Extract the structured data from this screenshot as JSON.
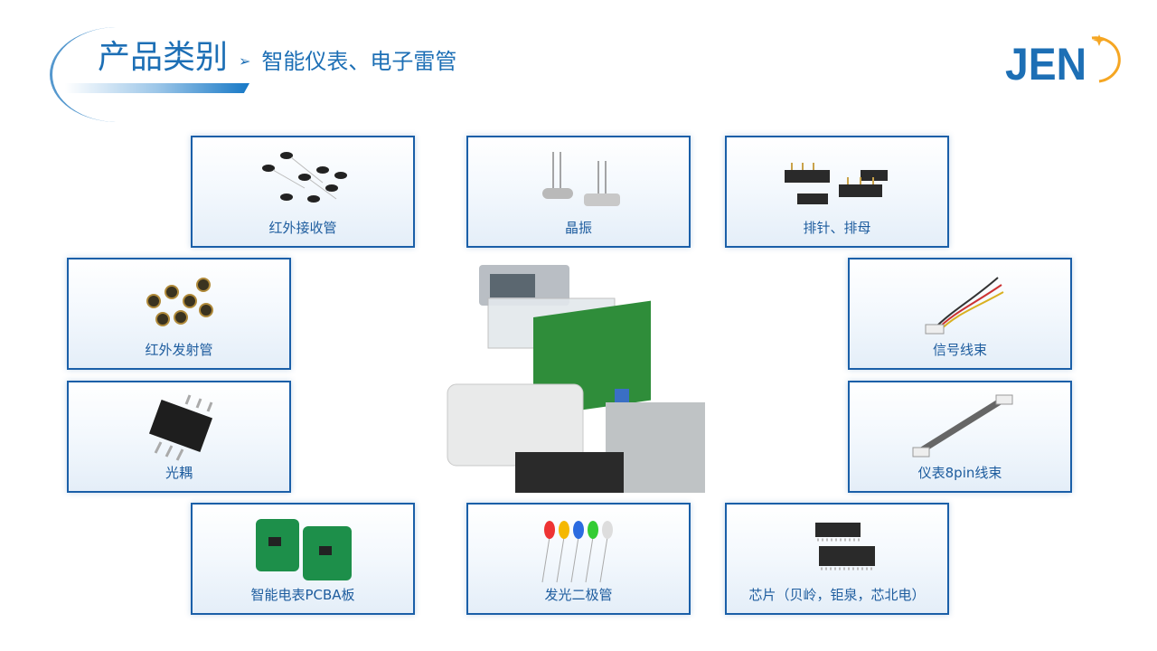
{
  "header": {
    "title": "产品类别",
    "subtitle": "智能仪表、电子雷管",
    "logo_text": "JEN"
  },
  "products": [
    {
      "label": "红外接收管",
      "icon": "ir-receiver"
    },
    {
      "label": "晶振",
      "icon": "crystal"
    },
    {
      "label": "排针、排母",
      "icon": "pin-header"
    },
    {
      "label": "红外发射管",
      "icon": "ir-emitter"
    },
    {
      "label": "信号线束",
      "icon": "signal-harness"
    },
    {
      "label": "光耦",
      "icon": "optocoupler"
    },
    {
      "label": "仪表8pin线束",
      "icon": "8pin-harness"
    },
    {
      "label": "智能电表PCBA板",
      "icon": "pcba"
    },
    {
      "label": "发光二极管",
      "icon": "led"
    },
    {
      "label": "芯片（贝岭，钜泉，芯北电）",
      "icon": "chip"
    }
  ],
  "colors": {
    "accent": "#1d6fb5",
    "border": "#1a5fa8",
    "logo_orange": "#f5a623"
  }
}
